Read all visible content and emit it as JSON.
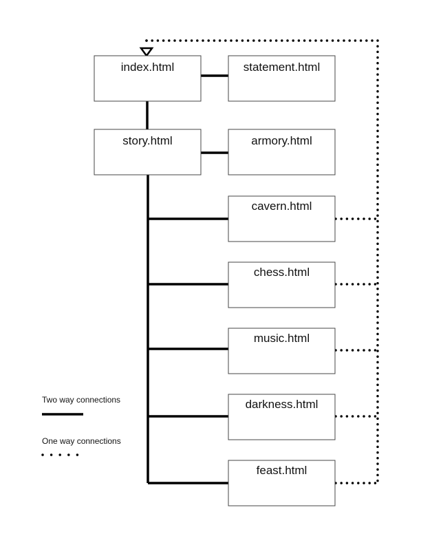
{
  "nodes": {
    "index": "index.html",
    "statement": "statement.html",
    "story": "story.html",
    "armory": "armory.html",
    "cavern": "cavern.html",
    "chess": "chess.html",
    "music": "music.html",
    "darkness": "darkness.html",
    "feast": "feast.html"
  },
  "legend": {
    "two_way": "Two way connections",
    "one_way": "One way connections"
  },
  "colors": {
    "line": "#000000",
    "box_border": "#444444",
    "background": "#ffffff"
  }
}
